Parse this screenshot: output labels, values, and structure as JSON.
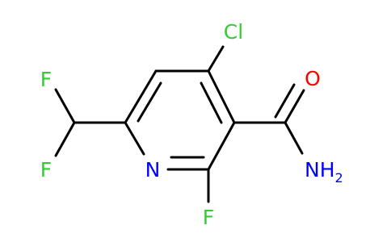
{
  "colors": {
    "bond": "#000000",
    "chlorine": "#33cc33",
    "fluorine": "#33cc33",
    "oxygen": "#ff0000",
    "nitrogen": "#0000ff"
  },
  "atoms": {
    "cl": "Cl",
    "f_top": "F",
    "f_bottom": "F",
    "f_ring": "F",
    "n_ring": "N",
    "o": "O",
    "nh2_main": "NH",
    "nh2_sub": "2"
  }
}
